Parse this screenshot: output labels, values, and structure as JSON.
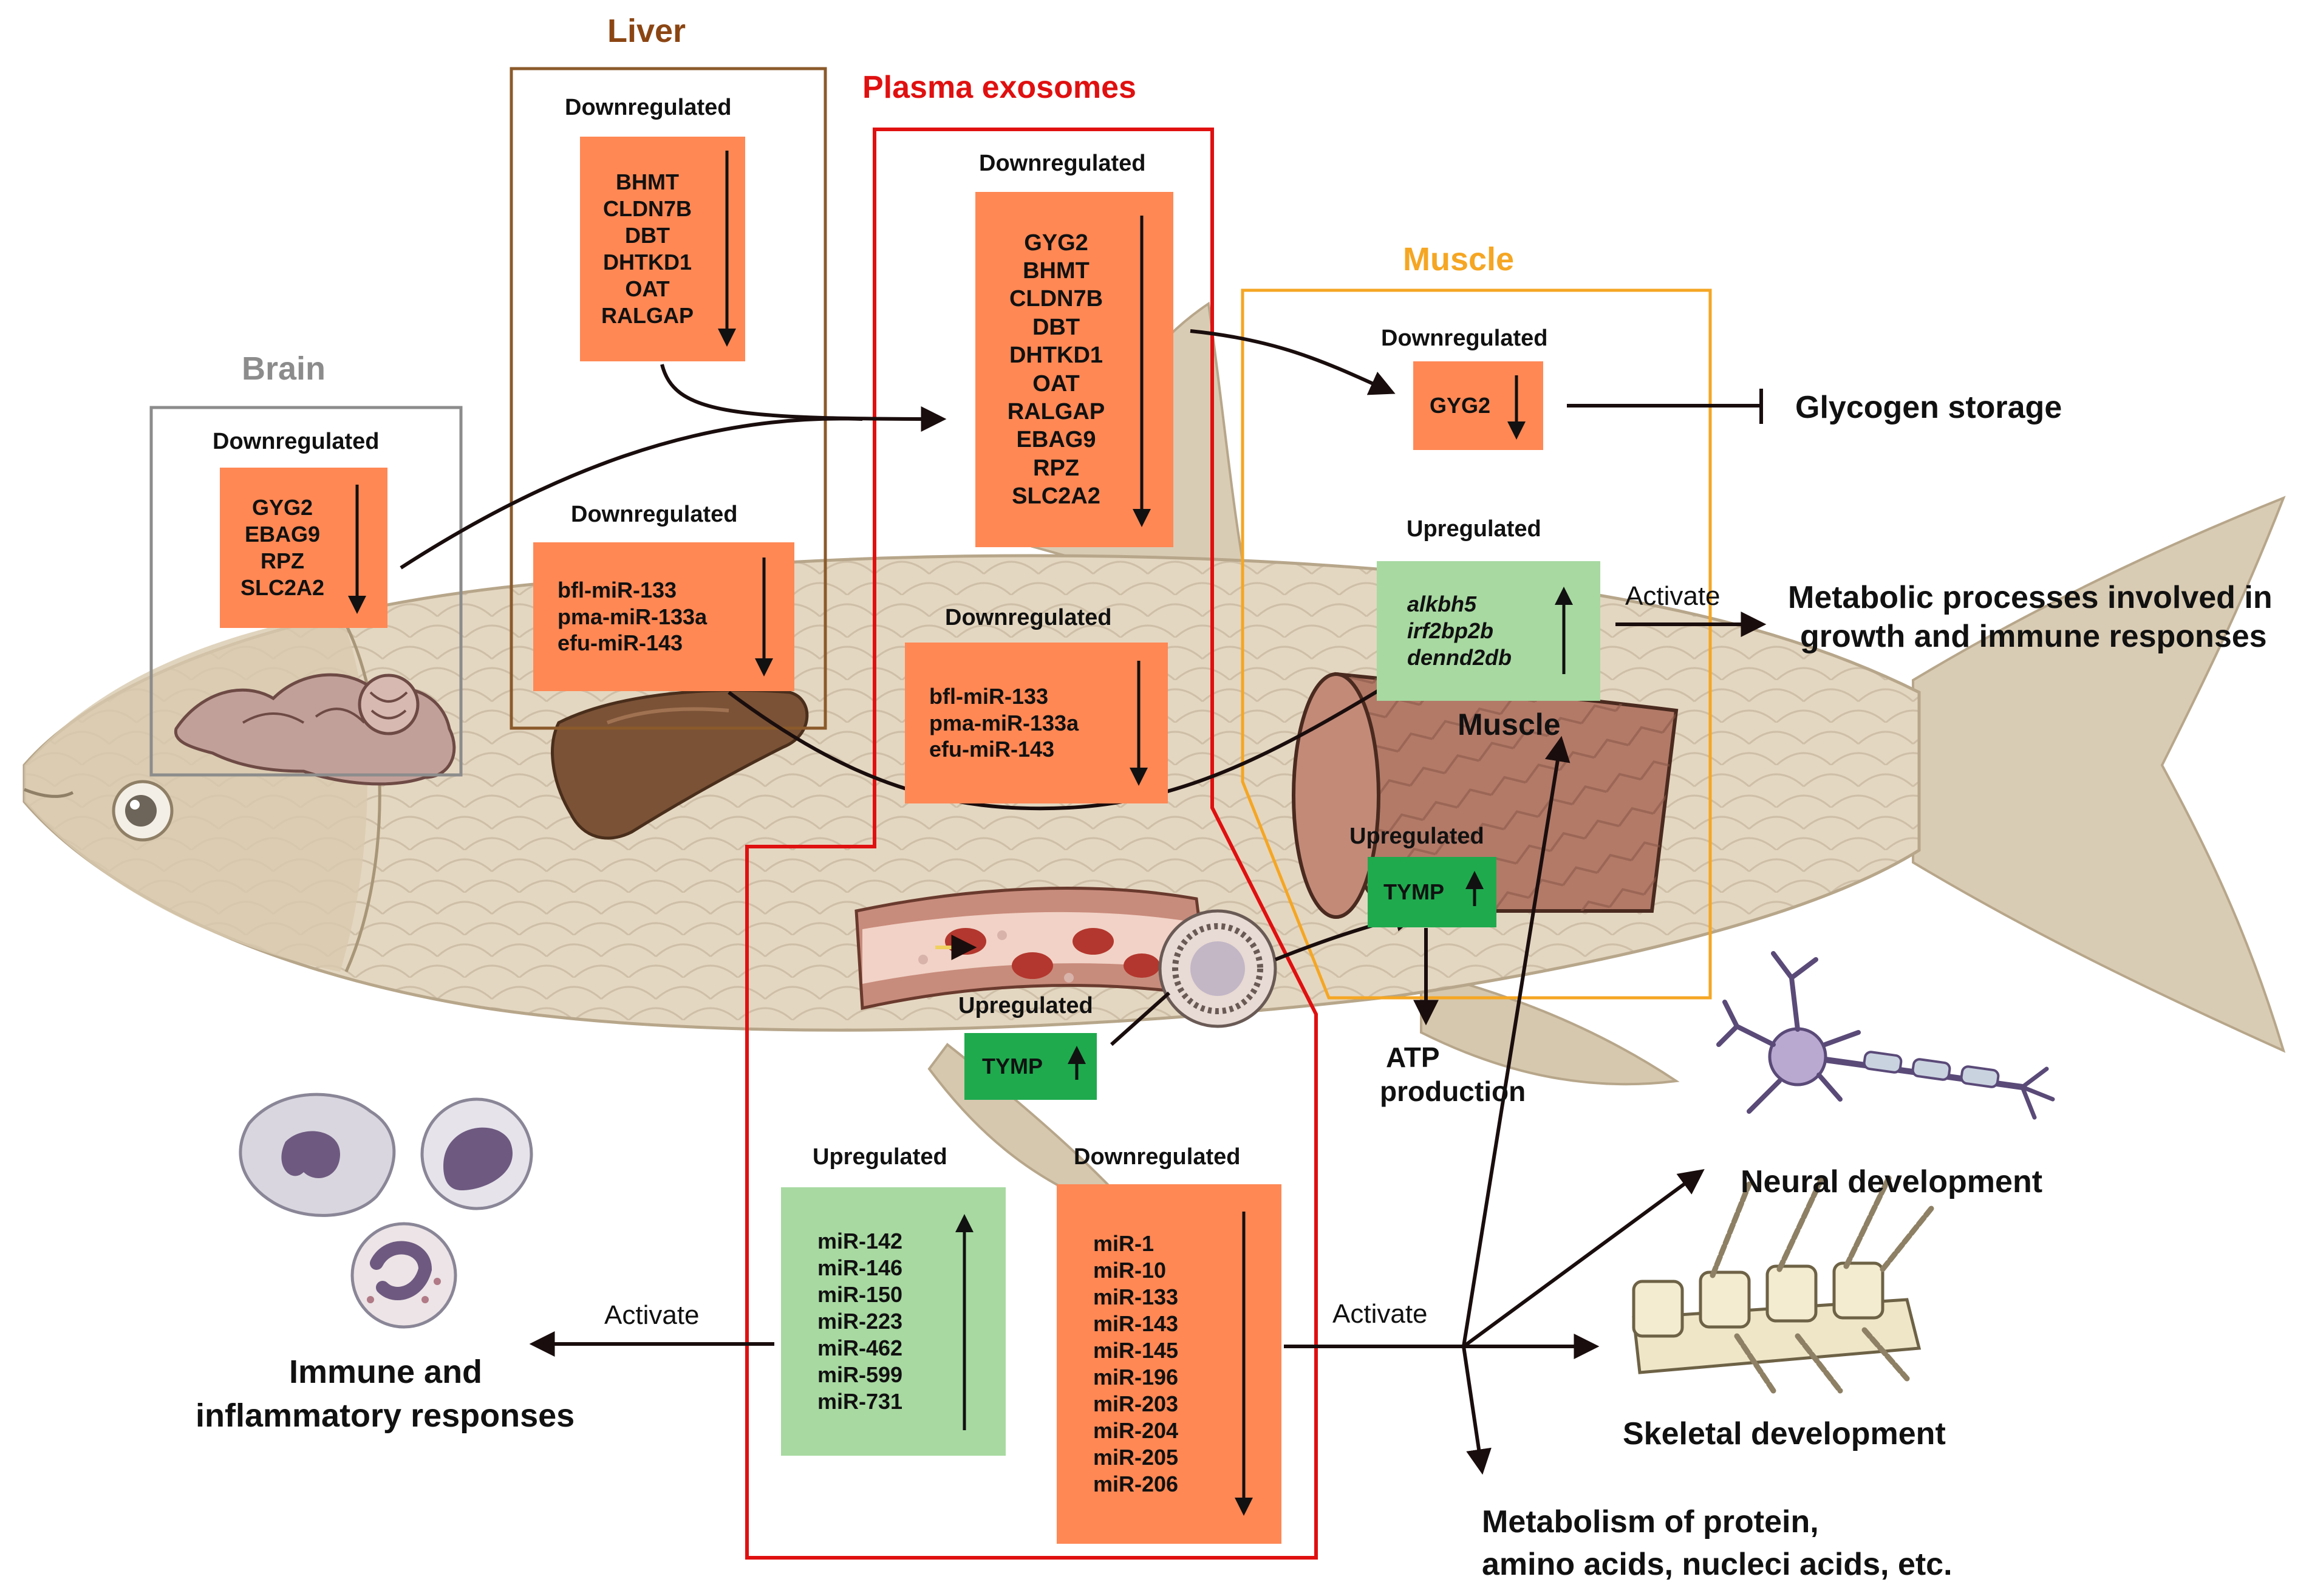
{
  "sections": {
    "liver": "Liver",
    "plasma": "Plasma exosomes",
    "muscle_panel": "Muscle",
    "brain": "Brain",
    "muscle_tissue": "Muscle"
  },
  "regulation": {
    "down": "Downregulated",
    "up": "Upregulated"
  },
  "genes": {
    "liver_top": [
      "BHMT",
      "CLDN7B",
      "DBT",
      "DHTKD1",
      "OAT",
      "RALGAP"
    ],
    "liver_mirna": [
      "bfl-miR-133",
      "pma-miR-133a",
      "efu-miR-143"
    ],
    "brain": [
      "GYG2",
      "EBAG9",
      "RPZ",
      "SLC2A2"
    ],
    "plasma_top": [
      "GYG2",
      "BHMT",
      "CLDN7B",
      "DBT",
      "DHTKD1",
      "OAT",
      "RALGAP",
      "EBAG9",
      "RPZ",
      "SLC2A2"
    ],
    "plasma_mid": [
      "bfl-miR-133",
      "pma-miR-133a",
      "efu-miR-143"
    ],
    "muscle_down": "GYG2",
    "muscle_up": [
      "alkbh5",
      "irf2bp2b",
      "dennd2db"
    ],
    "muscle_tymp": "TYMP",
    "plasma_tymp": "TYMP",
    "plasma_up_mirna": [
      "miR-142",
      "miR-146",
      "miR-150",
      "miR-223",
      "miR-462",
      "miR-599",
      "miR-731"
    ],
    "plasma_down_mirna": [
      "miR-1",
      "miR-10",
      "miR-133",
      "miR-143",
      "miR-145",
      "miR-196",
      "miR-203",
      "miR-204",
      "miR-205",
      "miR-206"
    ]
  },
  "outcomes": {
    "glycogen": "Glycogen storage",
    "metabolic_line1": "Metabolic processes involved in",
    "metabolic_line2": "growth and immune responses",
    "atp_line1": "ATP",
    "atp_line2": "production",
    "neural": "Neural development",
    "skeletal": "Skeletal development",
    "metab2_line1": "Metabolism of protein,",
    "metab2_line2": "amino acids, nucleci acids, etc.",
    "immune_line1": "Immune and",
    "immune_line2": "inflammatory responses"
  },
  "actions": {
    "activate": "Activate"
  },
  "colors": {
    "liver_border": "#8b5a2b",
    "liver_title": "#8b4513",
    "plasma_border": "#e01010",
    "plasma_title": "#e01010",
    "muscle_border": "#f5a623",
    "muscle_title": "#f5a623",
    "brain_border": "#8c8c8c",
    "brain_title": "#8c8c8c",
    "downregulated_box": "#ff8855",
    "upregulated_box": "#a7d9a1",
    "tymp_box": "#1faa4e"
  }
}
